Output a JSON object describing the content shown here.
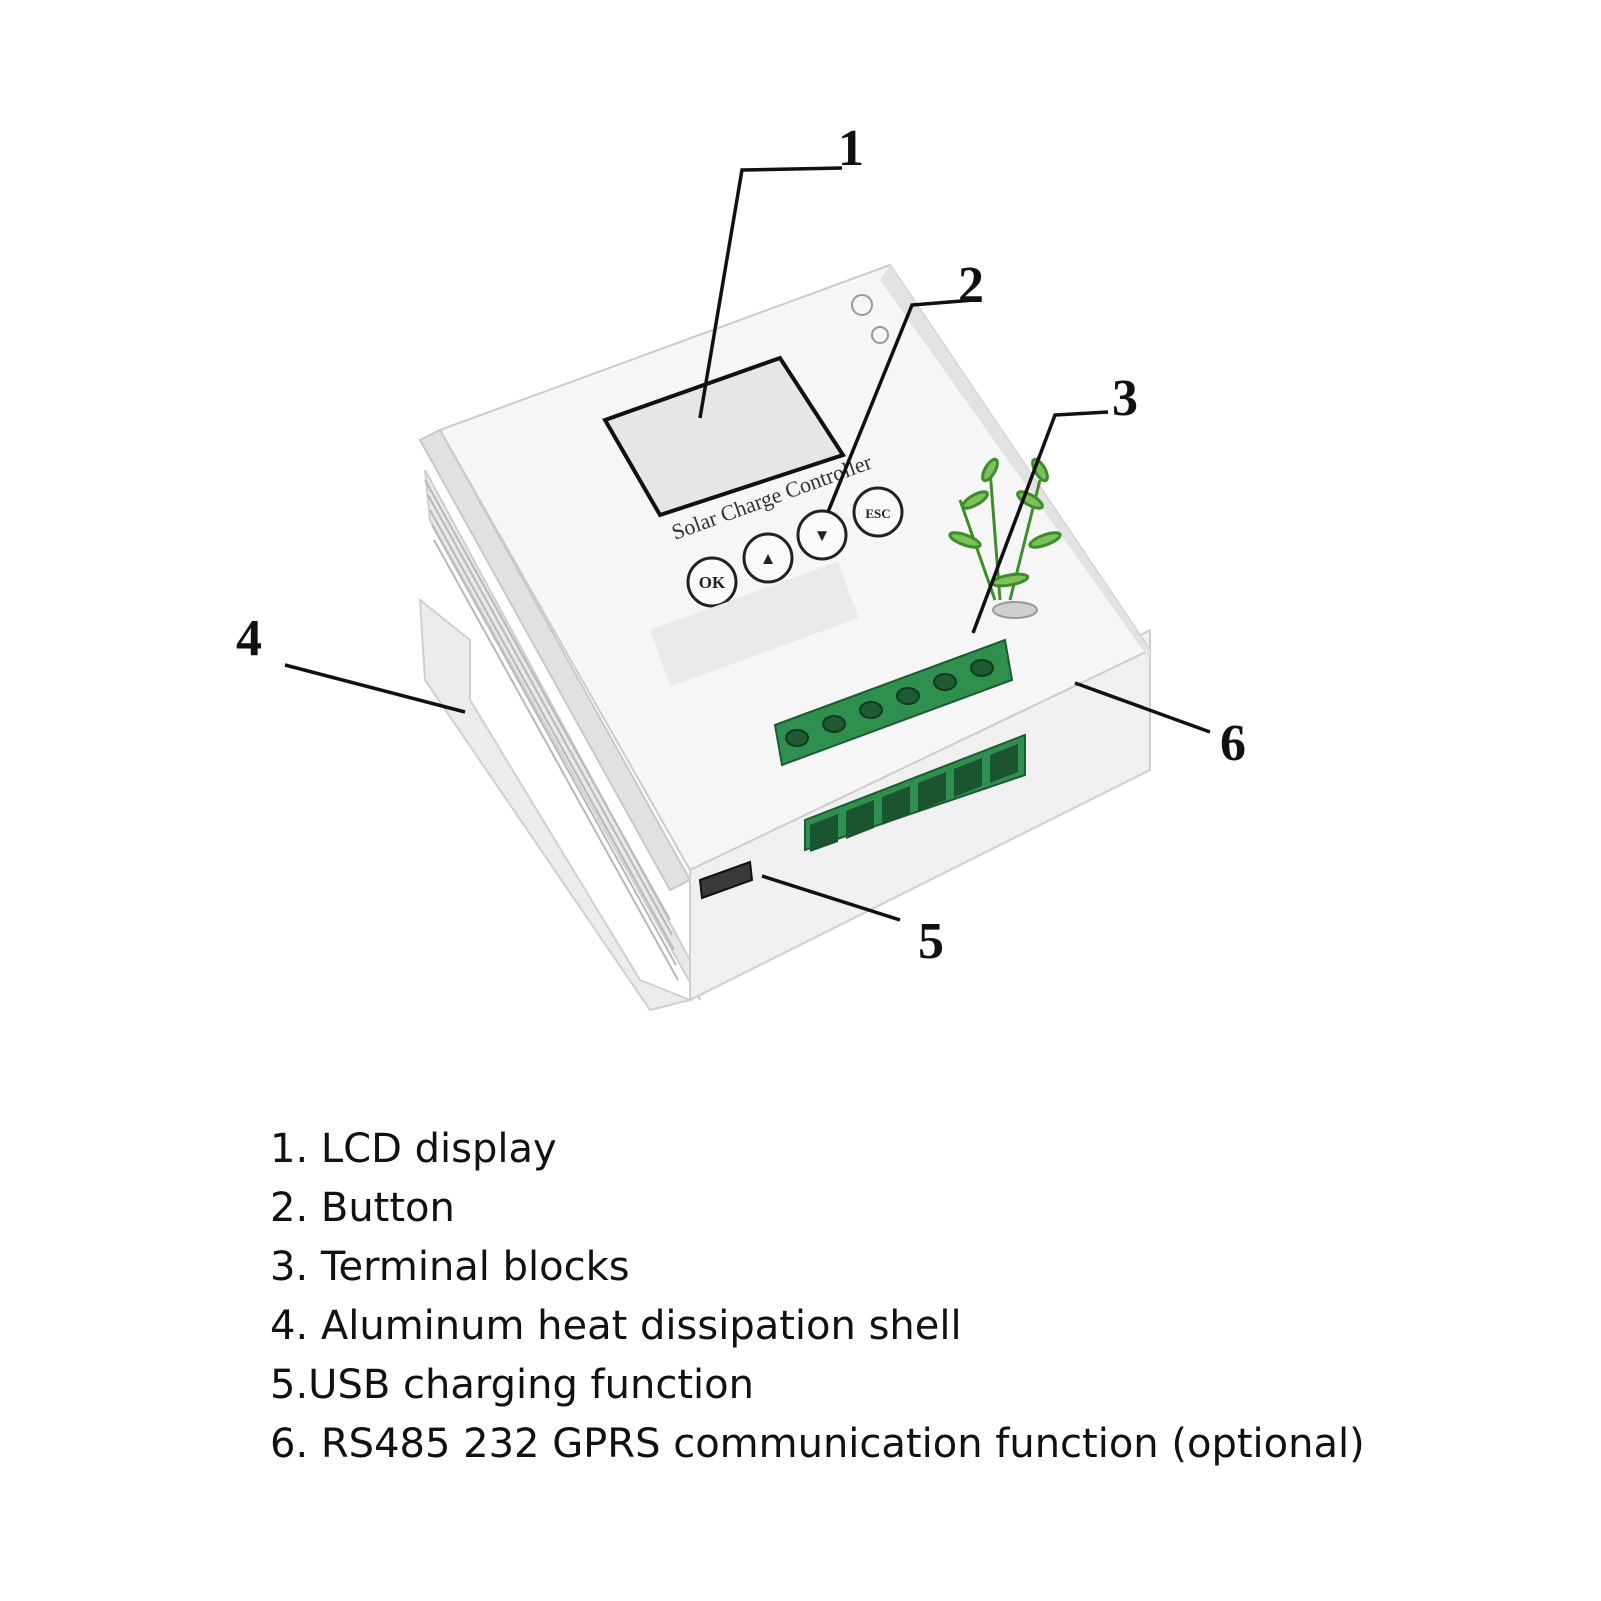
{
  "callouts": [
    {
      "number": "1",
      "label": "1. LCD display"
    },
    {
      "number": "2",
      "label": "2. Button"
    },
    {
      "number": "3",
      "label": "3. Terminal blocks"
    },
    {
      "number": "4",
      "label": "4. Aluminum heat dissipation shell"
    },
    {
      "number": "5",
      "label": "5.USB charging function"
    },
    {
      "number": "6",
      "label": "6. RS485 232 GPRS communication function (optional)"
    }
  ],
  "device": {
    "product_label": "Solar Charge Controller",
    "buttons": [
      "OK",
      "▲",
      "▼",
      "ESC"
    ]
  },
  "colors": {
    "shell": "#f2f2f2",
    "shell_shadow": "#d4d4d4",
    "terminal_green": "#2f8f4e",
    "screw": "#1f5a33",
    "outline": "#111111"
  }
}
